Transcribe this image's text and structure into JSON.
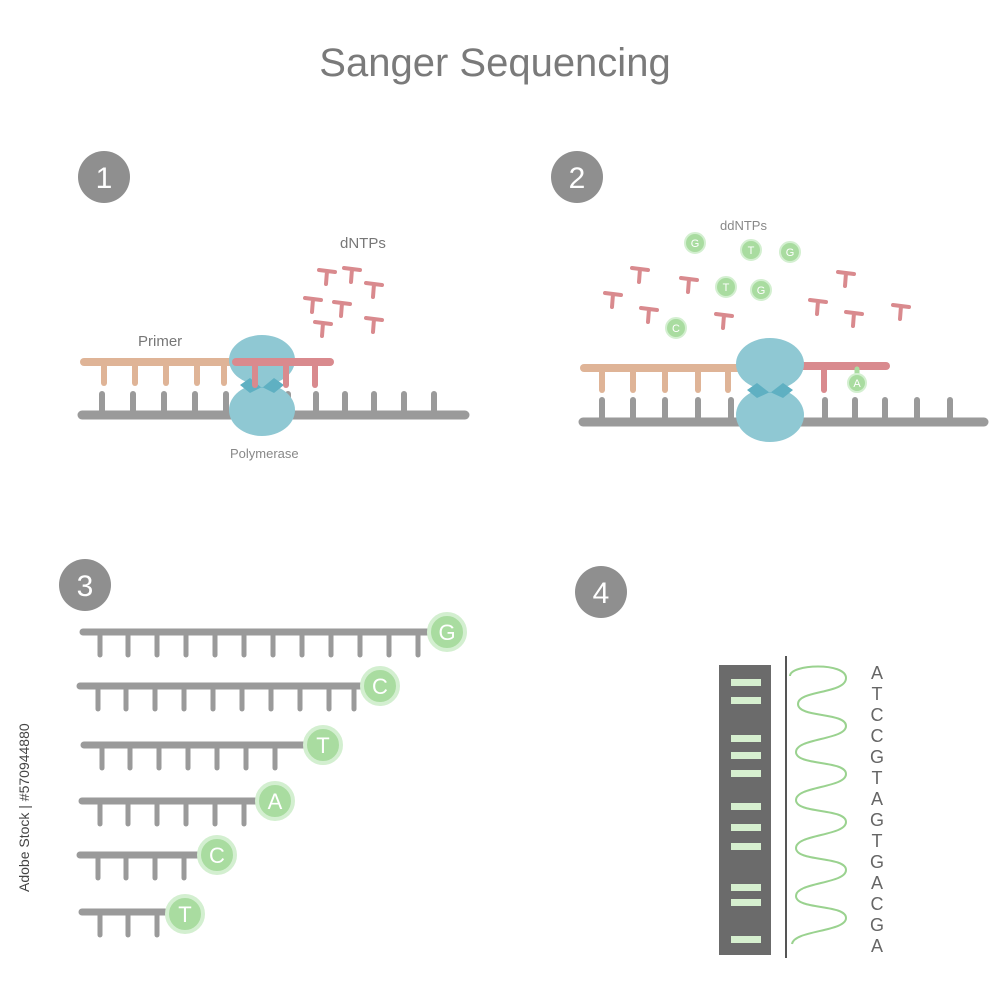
{
  "title": "Sanger Sequencing",
  "steps": [
    "1",
    "2",
    "3",
    "4"
  ],
  "panel1": {
    "dntps_label": "dNTPs",
    "primer_label": "Primer",
    "polymerase_label": "Polymerase"
  },
  "panel2": {
    "ddntps_label": "ddNTPs",
    "terminators": [
      "G",
      "T",
      "G",
      "T",
      "G",
      "C"
    ],
    "incorporated": "A"
  },
  "panel3": {
    "fragment_ends": [
      "G",
      "C",
      "T",
      "A",
      "C",
      "T"
    ]
  },
  "panel4": {
    "sequence": [
      "A",
      "T",
      "C",
      "C",
      "G",
      "T",
      "A",
      "G",
      "T",
      "G",
      "A",
      "C",
      "G",
      "A"
    ]
  },
  "watermark": "Adobe Stock | #570944880",
  "colors": {
    "title": "#7a7a7a",
    "step_circle": "#8f8f8f",
    "template": "#9a9a9a",
    "primer": "#dfb497",
    "dntp": "#d98a8e",
    "polymerase": "#8fc8d3",
    "polymerase_dark": "#5fb0c2",
    "ddntp": "#a9dca0",
    "gel": "#6b6b6b",
    "trace": "#9ad28f"
  }
}
